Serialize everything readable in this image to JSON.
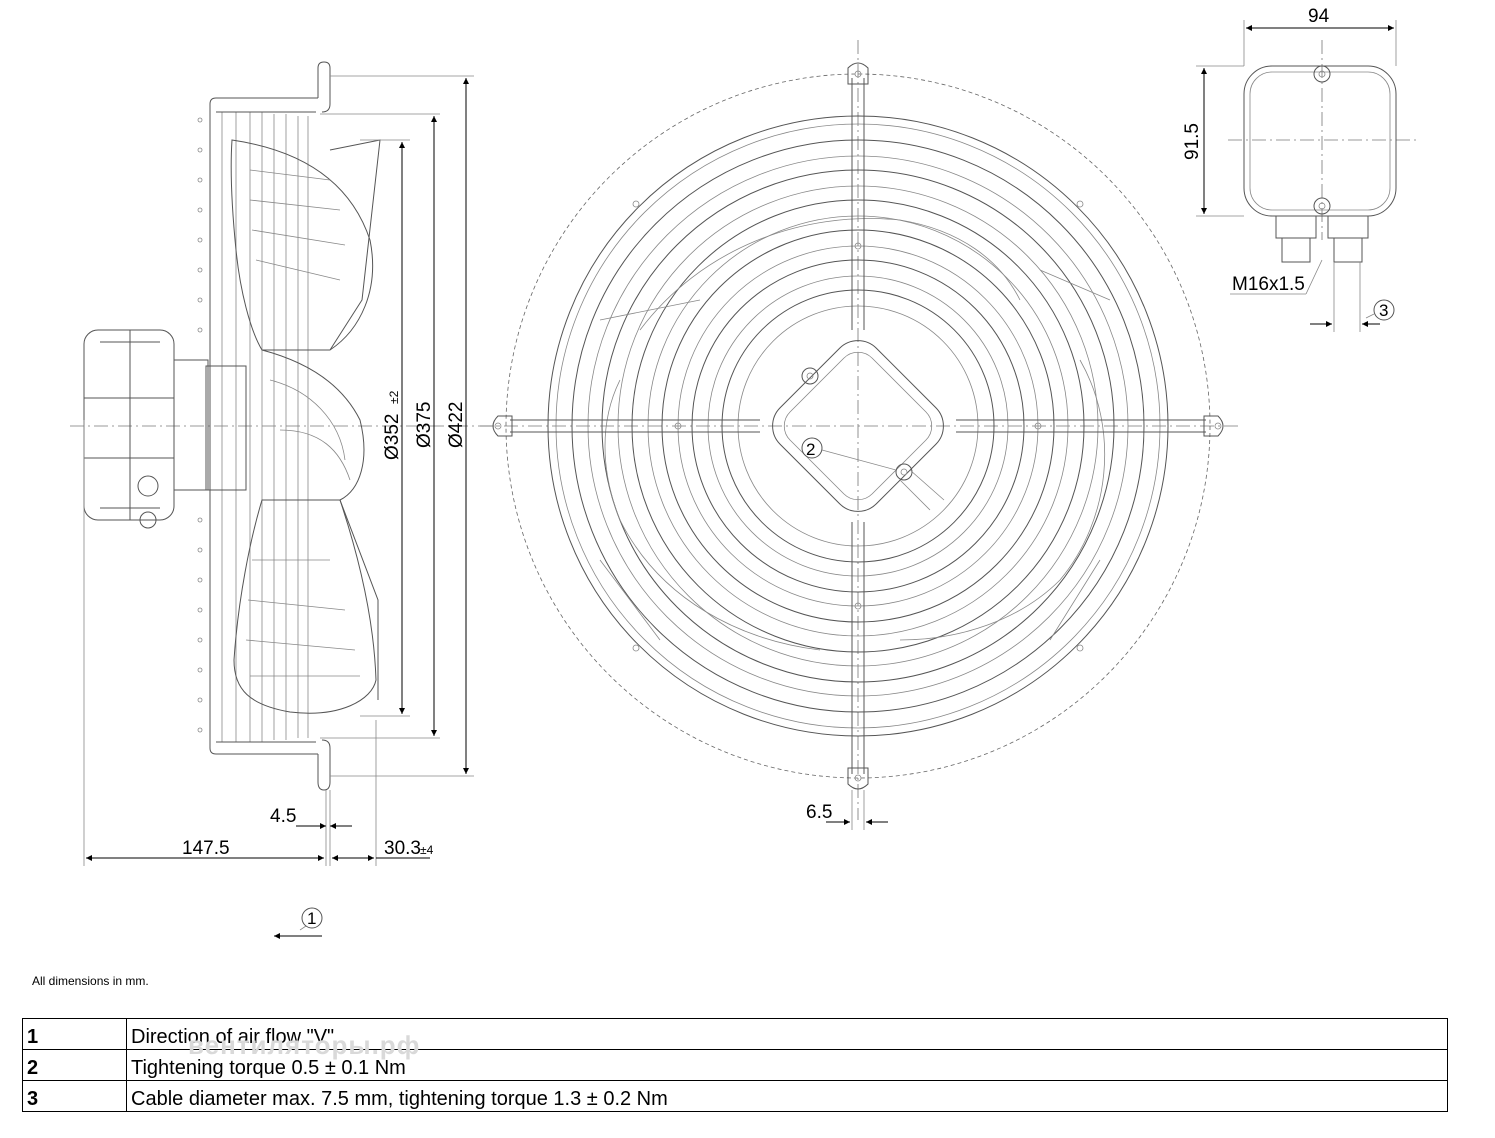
{
  "dimensions": {
    "d352": "Ø352",
    "d352_tol": "±2",
    "d375": "Ø375",
    "d422": "Ø422",
    "w147": "147.5",
    "w4_5": "4.5",
    "w30_3": "30.3",
    "w30_3_tol": "±4",
    "w6_5": "6.5",
    "box_w": "94",
    "box_h": "91.5",
    "thread": "M16x1.5"
  },
  "callouts": [
    "1",
    "2",
    "3"
  ],
  "note": "All dimensions in mm.",
  "legend": [
    {
      "num": "1",
      "text": "Direction of air flow \"V\""
    },
    {
      "num": "2",
      "text": "Tightening torque 0.5 ± 0.1 Nm"
    },
    {
      "num": "3",
      "text": "Cable diameter max. 7.5 mm, tightening torque 1.3 ± 0.2 Nm"
    }
  ],
  "watermark": "вентиляторы.рф"
}
